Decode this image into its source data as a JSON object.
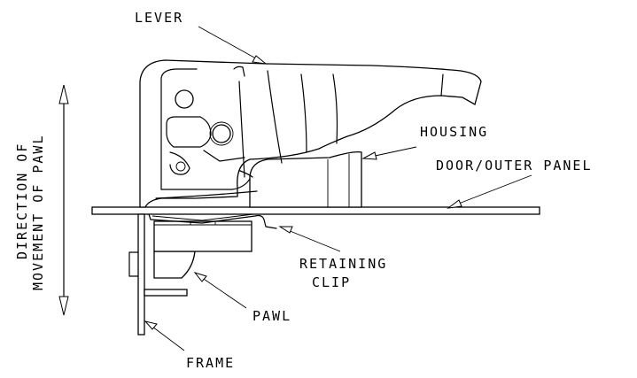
{
  "labels": {
    "lever": "LEVER",
    "housing": "HOUSING",
    "door_outer_panel": "DOOR/OUTER PANEL",
    "retaining_clip_line1": "RETAINING",
    "retaining_clip_line2": "CLIP",
    "pawl": "PAWL",
    "frame": "FRAME",
    "direction_line1": "DIRECTION OF",
    "direction_line2": "MOVEMENT OF PAWL"
  }
}
